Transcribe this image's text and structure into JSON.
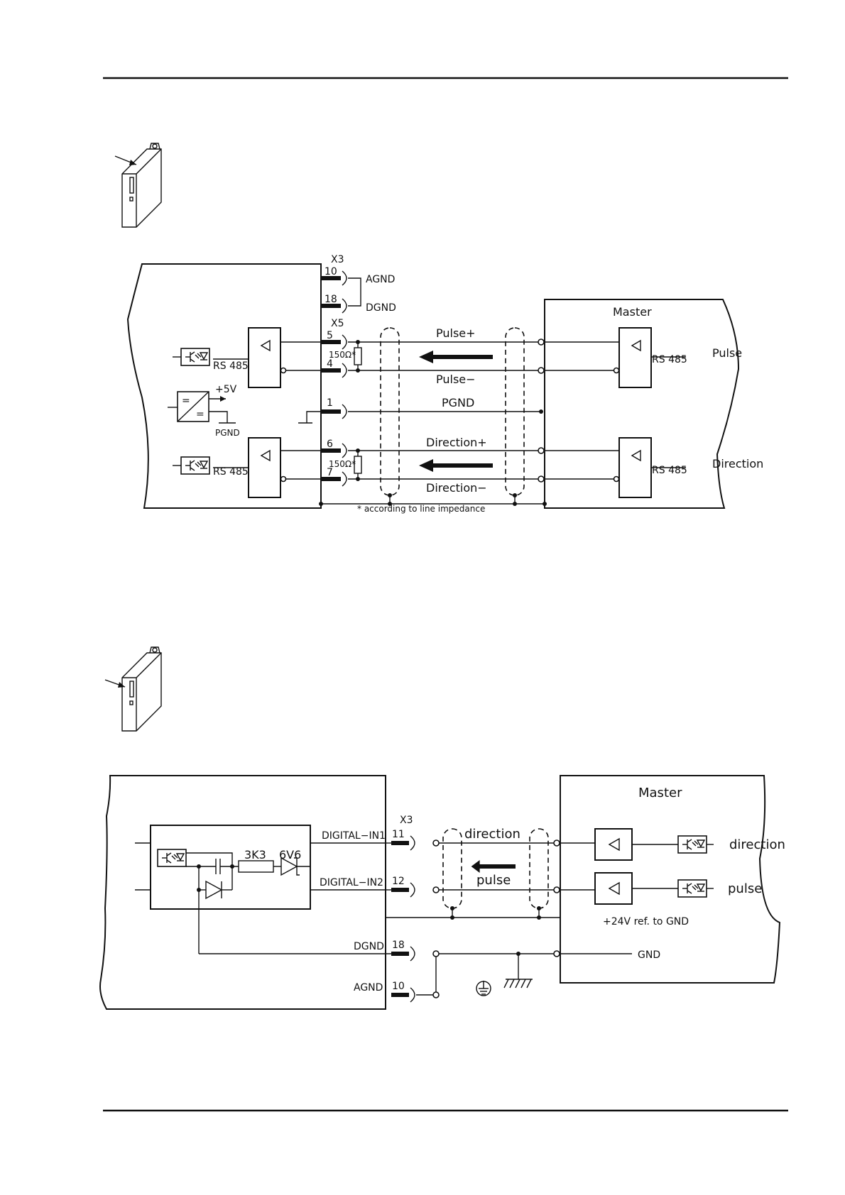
{
  "diagram1": {
    "x3_label": "X3",
    "x5_label": "X5",
    "agnd": "AGND",
    "dgnd": "DGND",
    "pin10": "10",
    "pin18": "18",
    "pin5": "5",
    "pin4": "4",
    "pin1": "1",
    "pin6": "6",
    "pin7": "7",
    "res1": "150Ω*",
    "res2": "150Ω*",
    "rs485_l1": "RS 485",
    "rs485_l2": "RS 485",
    "rs485_r1": "RS 485",
    "rs485_r2": "RS 485",
    "plus5v": "+5V",
    "pgnd_small": "PGND",
    "master": "Master",
    "pulse_plus": "Pulse+",
    "pulse_minus": "Pulse−",
    "pgnd": "PGND",
    "dir_plus": "Direction+",
    "dir_minus": "Direction−",
    "pulse": "Pulse",
    "direction": "Direction",
    "footnote": "* according to line impedance"
  },
  "diagram2": {
    "x3_label": "X3",
    "master": "Master",
    "digital_in1": "DIGITAL−IN1",
    "digital_in2": "DIGITAL−IN2",
    "dgnd": "DGND",
    "agnd": "AGND",
    "pin11": "11",
    "pin12": "12",
    "pin18": "18",
    "pin10": "10",
    "r3k3": "3K3",
    "z6v6": "6V6",
    "wire_direction": "direction",
    "wire_pulse": "pulse",
    "out_direction": "direction",
    "out_pulse": "pulse",
    "ref24v": "+24V ref. to GND",
    "gnd": "GND"
  }
}
